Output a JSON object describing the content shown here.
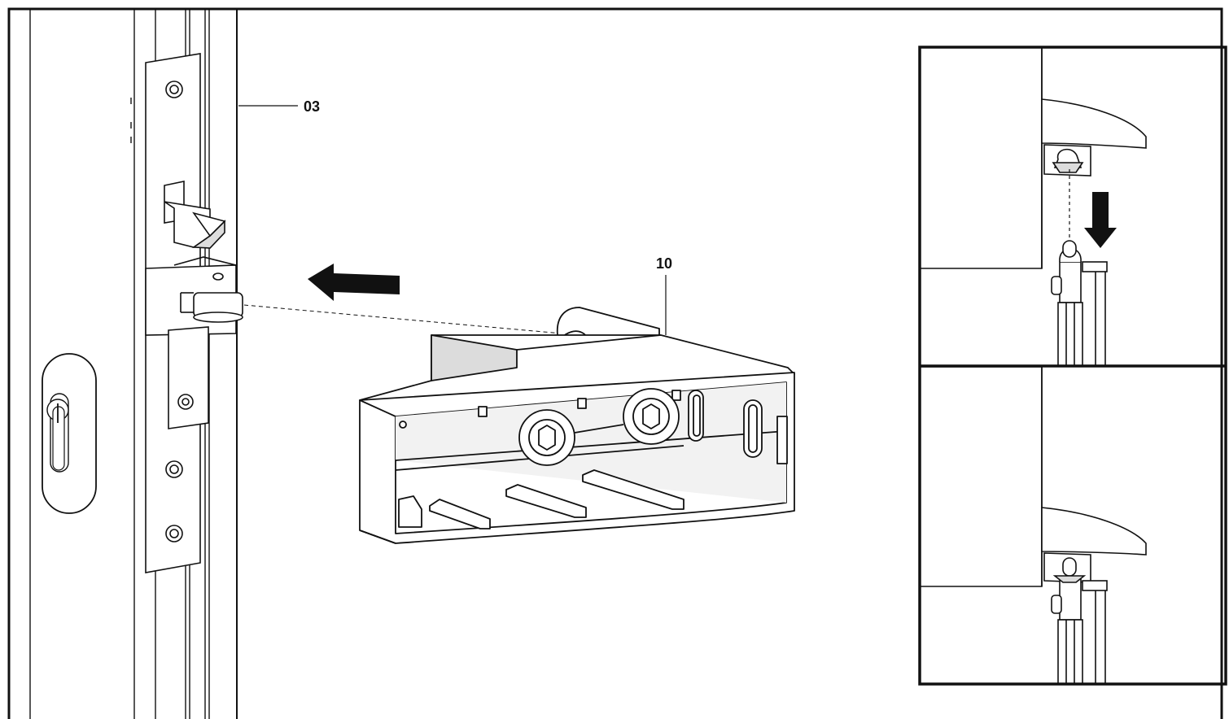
{
  "figure": {
    "callouts": [
      {
        "id": "03",
        "label": "03"
      },
      {
        "id": "10",
        "label": "10"
      }
    ],
    "inset_panels": [
      {
        "name": "before-engagement"
      },
      {
        "name": "after-engagement"
      }
    ],
    "colors": {
      "line": "#111111",
      "fill": "#ffffff",
      "shade": "#dcdcdc",
      "arrow": "#111111"
    }
  }
}
